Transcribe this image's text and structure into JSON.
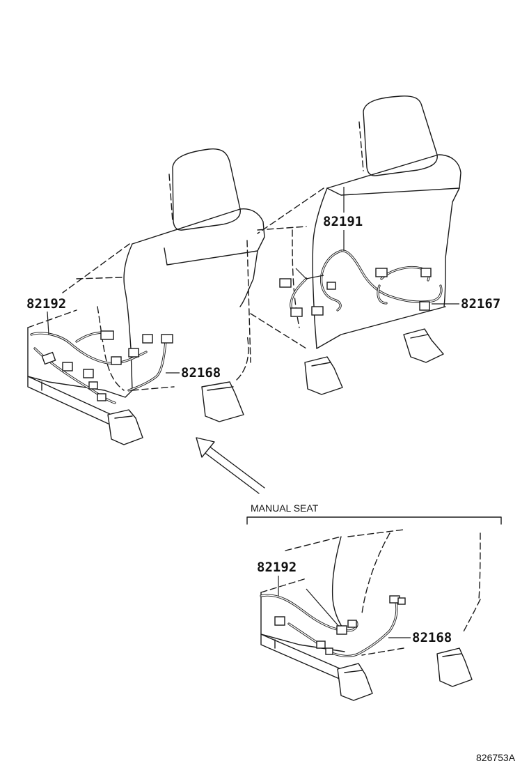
{
  "labels": {
    "p82192_power": "82192",
    "p82168_power": "82168",
    "p82191": "82191",
    "p82167": "82167",
    "p82192_manual": "82192",
    "p82168_manual": "82168"
  },
  "inset": {
    "caption": "MANUAL SEAT"
  },
  "figure_number": "826753A"
}
